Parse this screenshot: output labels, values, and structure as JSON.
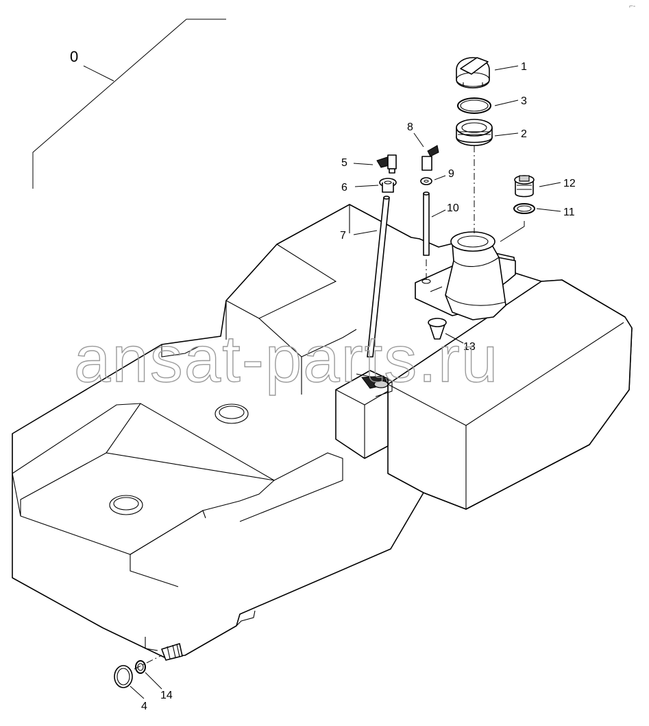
{
  "watermark": "ansat-parts.ru",
  "corner_mark": "⌐-",
  "labels": {
    "l0": "0",
    "l1": "1",
    "l2": "2",
    "l3": "3",
    "l4": "4",
    "l5": "5",
    "l6": "6",
    "l7": "7",
    "l8": "8",
    "l9": "9",
    "l10": "10",
    "l11": "11",
    "l12": "12",
    "l13": "13",
    "l14": "14"
  }
}
